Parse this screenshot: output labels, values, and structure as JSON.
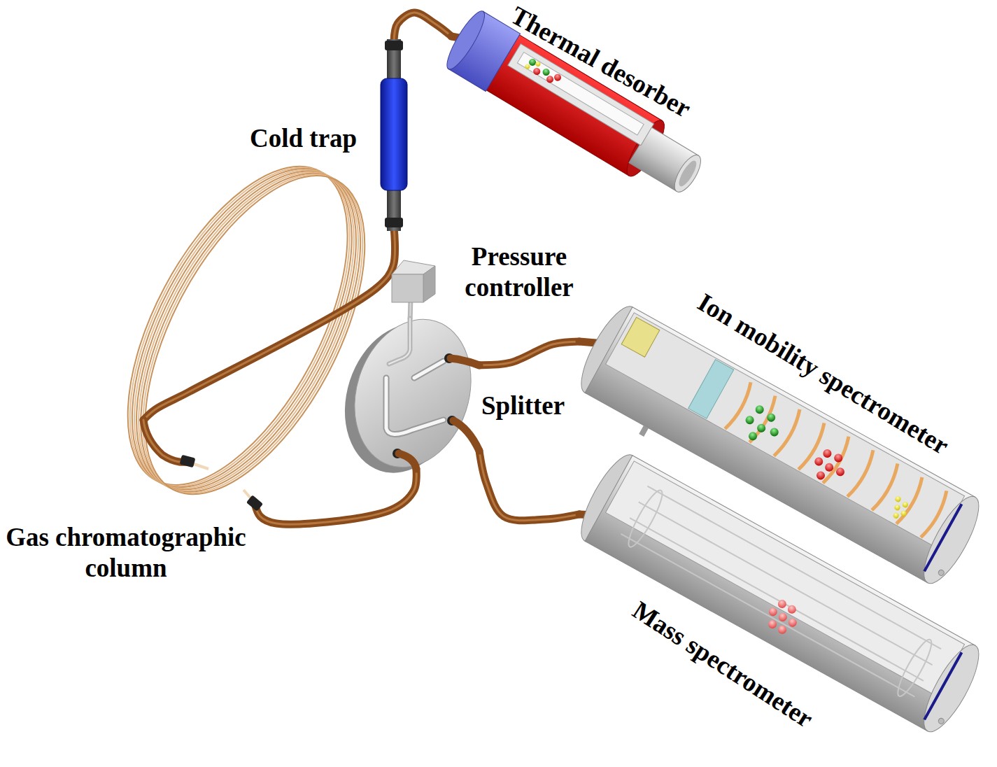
{
  "diagram": {
    "nodes": [
      {
        "text": [
          "Thermal desorber"
        ]
      },
      {
        "text": [
          "Cold trap"
        ]
      },
      {
        "text": [
          "Gas chromatographic column"
        ]
      },
      {
        "text": [
          "Pressure controller"
        ]
      },
      {
        "text": [
          "Splitter"
        ]
      },
      {
        "text": [
          "Ion mobility spectrometer"
        ]
      },
      {
        "text": [
          "Mass spectrometer"
        ]
      }
    ],
    "edges": [
      {
        "from": 0,
        "to": 1,
        "arrow": "none"
      },
      {
        "from": 1,
        "to": 2,
        "arrow": "none"
      },
      {
        "from": 2,
        "to": 4,
        "arrow": "none"
      },
      {
        "from": 3,
        "to": 4,
        "arrow": "none"
      },
      {
        "from": 4,
        "to": 5,
        "arrow": "none"
      },
      {
        "from": 4,
        "to": 6,
        "arrow": "none"
      }
    ]
  }
}
